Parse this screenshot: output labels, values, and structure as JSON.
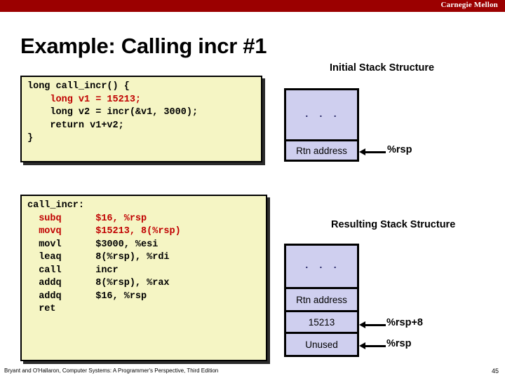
{
  "brand": {
    "name": "Carnegie Mellon",
    "bar_color": "#9b0000"
  },
  "slide": {
    "title": "Example: Calling incr #1",
    "page_number": "45",
    "citation": "Bryant and O'Hallaron, Computer Systems: A Programmer's Perspective, Third Edition"
  },
  "c_source": {
    "lines": [
      "long call_incr() {",
      "    long v1 = 15213;",
      "    long v2 = incr(&v1, 3000);",
      "    return v1+v2;",
      "}"
    ],
    "highlighted_line_index": 1,
    "highlight_color": "#c00000",
    "background_color": "#f5f5c4"
  },
  "assembly": {
    "label": "call_incr:",
    "rows": [
      {
        "mnemonic": "subq",
        "operands": "$16, %rsp",
        "highlight": true
      },
      {
        "mnemonic": "movq",
        "operands": "$15213, 8(%rsp)",
        "highlight": true
      },
      {
        "mnemonic": "movl",
        "operands": "$3000, %esi",
        "highlight": false
      },
      {
        "mnemonic": "leaq",
        "operands": "8(%rsp), %rdi",
        "highlight": false
      },
      {
        "mnemonic": "call",
        "operands": "incr",
        "highlight": false
      },
      {
        "mnemonic": "addq",
        "operands": "8(%rsp), %rax",
        "highlight": false
      },
      {
        "mnemonic": "addq",
        "operands": "$16, %rsp",
        "highlight": false
      },
      {
        "mnemonic": "ret",
        "operands": "",
        "highlight": false
      }
    ],
    "highlight_color": "#c00000",
    "background_color": "#f5f5c4"
  },
  "initial_stack": {
    "heading": "Initial Stack Structure",
    "cell_color": "#cfcfef",
    "cells": [
      {
        "label": ". . ."
      },
      {
        "label": "Rtn address"
      }
    ],
    "pointers": [
      {
        "label": "%rsp",
        "target_cell": "Rtn address"
      }
    ]
  },
  "resulting_stack": {
    "heading": "Resulting Stack Structure",
    "cell_color": "#cfcfef",
    "cells": [
      {
        "label": ". . ."
      },
      {
        "label": "Rtn address"
      },
      {
        "label": "15213"
      },
      {
        "label": "Unused"
      }
    ],
    "pointers": [
      {
        "label": "%rsp+8",
        "target_cell": "15213"
      },
      {
        "label": "%rsp",
        "target_cell": "Unused"
      }
    ]
  }
}
